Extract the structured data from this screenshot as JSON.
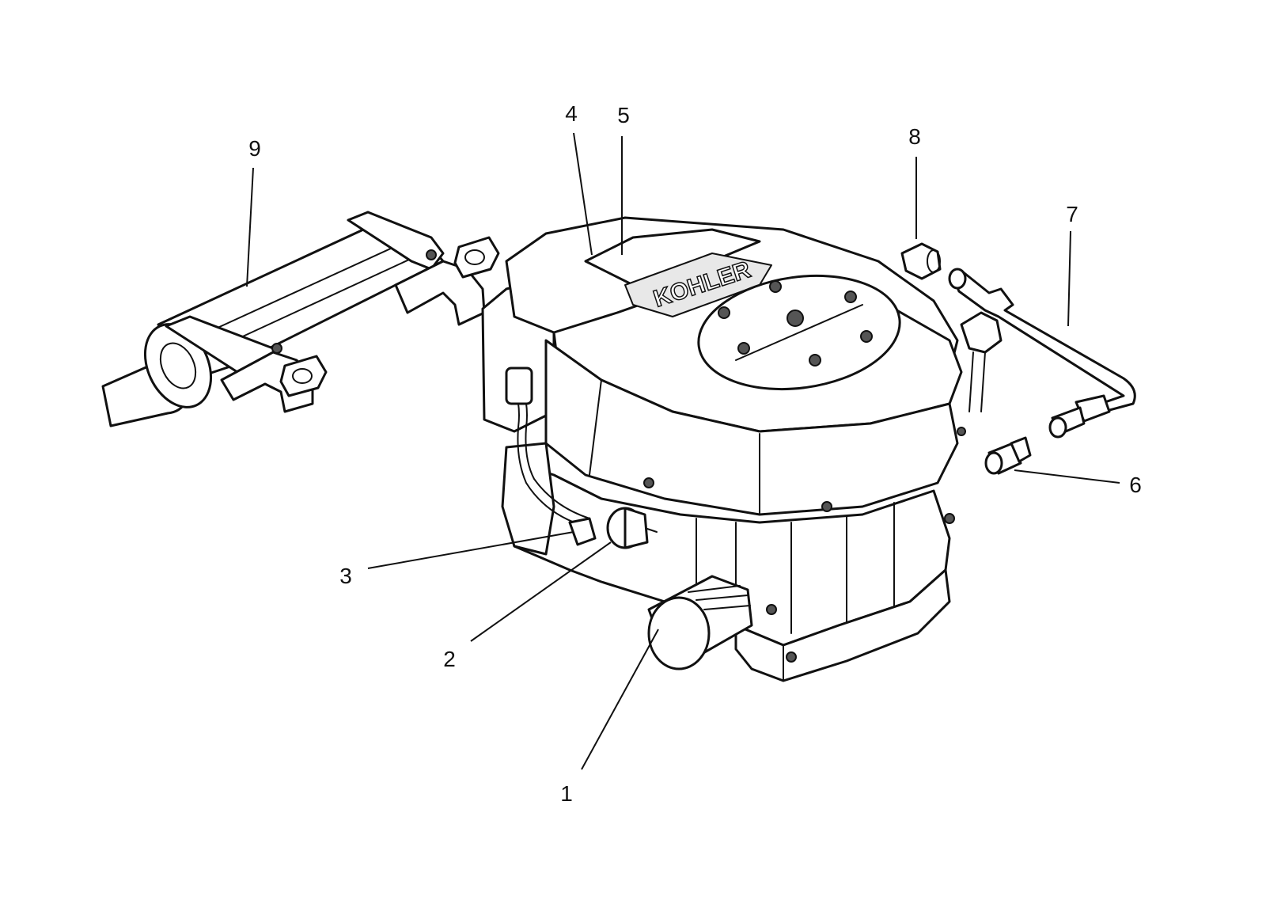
{
  "diagram": {
    "brand_text": "KOHLER",
    "callouts": [
      {
        "id": "1",
        "label": "1"
      },
      {
        "id": "2",
        "label": "2"
      },
      {
        "id": "3",
        "label": "3"
      },
      {
        "id": "4",
        "label": "4"
      },
      {
        "id": "5",
        "label": "5"
      },
      {
        "id": "6",
        "label": "6"
      },
      {
        "id": "7",
        "label": "7"
      },
      {
        "id": "8",
        "label": "8"
      },
      {
        "id": "9",
        "label": "9"
      }
    ]
  }
}
